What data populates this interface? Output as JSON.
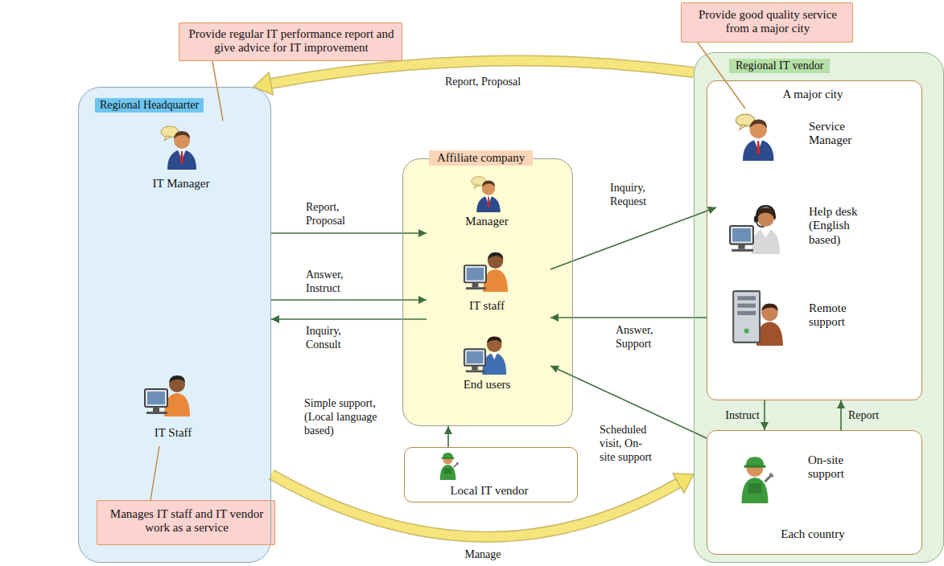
{
  "diagram": {
    "nodes": [
      {
        "text": [
          "Provide regular IT performance report and give advice for IT improvement"
        ]
      },
      {
        "text": [
          "Provide good quality service from a major city"
        ]
      },
      {
        "text": [
          "Regional Headquarter"
        ]
      },
      {
        "text": [
          "IT Manager"
        ],
        "in": 2
      },
      {
        "text": [
          "IT Staff"
        ],
        "in": 2
      },
      {
        "text": [
          "Affiliate company"
        ]
      },
      {
        "text": [
          "Manager"
        ],
        "in": 5
      },
      {
        "text": [
          "IT staff"
        ],
        "in": 5
      },
      {
        "text": [
          "End users"
        ],
        "in": 5
      },
      {
        "text": [
          "Local IT vendor"
        ]
      },
      {
        "text": [
          "Regional IT vendor"
        ]
      },
      {
        "text": [
          "A major city"
        ],
        "in": 10
      },
      {
        "text": [
          "Service Manager"
        ],
        "in": 11
      },
      {
        "text": [
          "Help desk (English based)"
        ],
        "in": 11
      },
      {
        "text": [
          "Remote support"
        ],
        "in": 11
      },
      {
        "text": [
          "On-site support",
          "Each country"
        ],
        "in": 10
      },
      {
        "text": [
          "Manages IT staff and IT vendor work as a service"
        ]
      }
    ],
    "edges": [
      {
        "from": 10,
        "to": 2,
        "label": "Report, Proposal",
        "arrow": "to"
      },
      {
        "from": 2,
        "to": 6,
        "label": "Report, Proposal",
        "arrow": "to"
      },
      {
        "from": 2,
        "to": 7,
        "label": "Answer, Instruct",
        "arrow": "to"
      },
      {
        "from": 7,
        "to": 2,
        "label": "Inquiry, Consult",
        "arrow": "to"
      },
      {
        "from": 7,
        "to": 13,
        "label": "Inquiry, Request",
        "arrow": "to"
      },
      {
        "from": 11,
        "to": 7,
        "label": "Answer, Support",
        "arrow": "to"
      },
      {
        "from": 9,
        "to": 5,
        "label": "Simple support, (Local language based)",
        "arrow": "to"
      },
      {
        "from": 15,
        "to": 8,
        "label": "Scheduled visit, On-site support",
        "arrow": "to"
      },
      {
        "from": 11,
        "to": 15,
        "label": "Instruct",
        "arrow": "to"
      },
      {
        "from": 15,
        "to": 11,
        "label": "Report",
        "arrow": "to"
      },
      {
        "from": 2,
        "to": 10,
        "label": "Manage",
        "arrow": "to"
      },
      {
        "from": 0,
        "to": 3,
        "arrow": "none"
      },
      {
        "from": 1,
        "to": 12,
        "arrow": "none"
      },
      {
        "from": 16,
        "to": 4,
        "arrow": "none"
      }
    ]
  }
}
